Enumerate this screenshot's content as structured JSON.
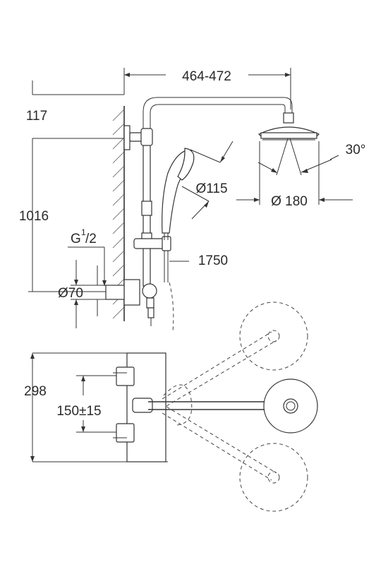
{
  "dimensions": {
    "arm_reach": "464-472",
    "top_offset": "117",
    "rail_height": "1016",
    "spray_angle": "30°",
    "hand_shower_diameter": "Ø115",
    "head_shower_diameter": "Ø 180",
    "hose_length": "1750",
    "thread_label": "G",
    "thread_sup": "1",
    "thread_sub": "/2",
    "inlet_height": "Ø70",
    "plan_depth": "298",
    "inlet_spacing": "150±15"
  }
}
